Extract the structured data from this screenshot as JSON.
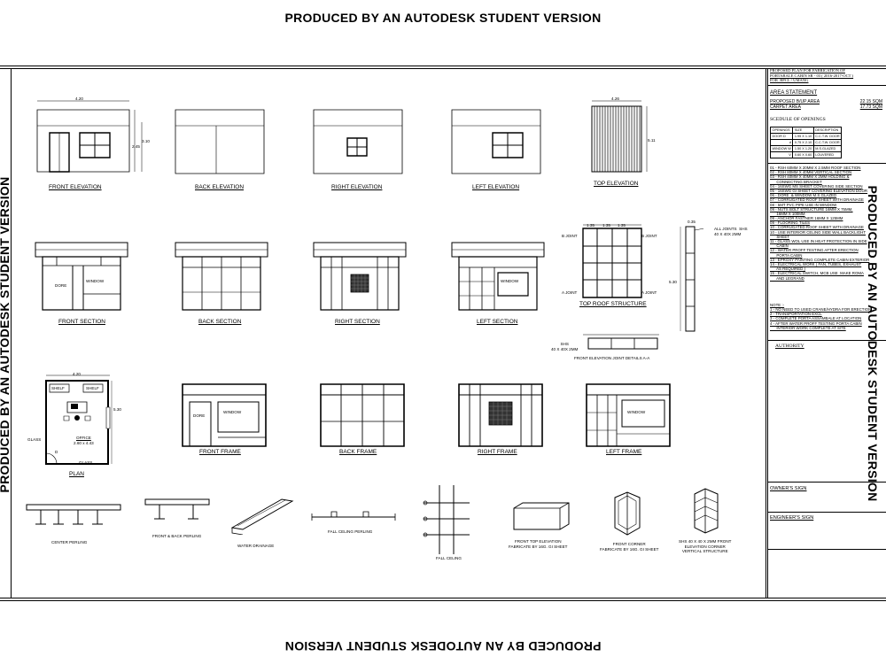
{
  "watermark": "PRODUCED BY AN AUTODESK STUDENT VERSION",
  "drawings": {
    "front_elevation": "FRONT ELEVATION",
    "back_elevation": "BACK ELEVATION",
    "right_elevation": "RIGHT ELEVATION",
    "left_elevation": "LEFT ELEVATION",
    "top_elevation": "TOP ELEVATION",
    "front_section": "FRONT SECTION",
    "back_section": "BACK SECTION",
    "right_section": "RIGHT SECTION",
    "left_section": "LEFT SECTION",
    "top_roof_structure": "TOP ROOF STRUCTURE",
    "plan": "PLAN",
    "front_frame": "FRONT FRAME",
    "back_frame": "BACK FRAME",
    "right_frame": "RIGHT FRAME",
    "left_frame": "LEFT FRAME",
    "joint_details": "FRONT ELEVATION JOINT DETAILS A-A",
    "center_perling": "CENTER PERLING",
    "front_back_perling": "FRONT & BACK PERLING",
    "water_drainage": "WATER DRAINAGE",
    "fall_celing_perling": "FALL CELING PERLING",
    "fall_celing": "FALL CELING",
    "front_top_elevation": "FRONT TOP ELEVATION\nFABRICATE BY 16G. GI SHEET",
    "front_corner": "FRONT CORNER\nFABRICATE BY 16G. GI SHEET",
    "shs_corner": "SHS 40 X 40 X 2MM FRONT\nELEVATION CORNER\nVERTICAL STRUCTURE"
  },
  "labels": {
    "dore": "DORE",
    "window": "WINDOW",
    "shelf": "SHELF",
    "office": "OFFICE",
    "office_size": "2.60 x 4.43",
    "glass": "GLASS",
    "d": "D",
    "b_joint": "B JOINT",
    "a_joint": "A JOINT",
    "all_joints": "ALL JOINTS  SHS\n40 X 40X 2MM",
    "shs": "SHS\n40 X 40X 2MM",
    "dim_4_20": "4.20",
    "dim_4_26": "4.26",
    "dim_3_10": "3.10",
    "dim_2_45": "2.45",
    "dim_5_11": "5.11",
    "dim_5_30": "5.30",
    "dim_1_35": "1.35",
    "dim_0_35": "0.35"
  },
  "title_block": {
    "heading": "PROPOSED PLAN FOR FABRICATION OF\nPORTABALE CABIN SR - 03 ( 2016-2017-OCT )\nFOR  BPCL / UMANG",
    "area_statement": "AREA STATEMENT",
    "proposed_area_label": "PROPOSED B/UP AREA",
    "proposed_area_value": "22.15 SQM",
    "carpet_area_label": "CARPET AREA",
    "carpet_area_value": "17.73 SQM",
    "schedule_title": "SCEDULE OF OPENINGS",
    "schedule_header": [
      "OPENINGS",
      "SIZE",
      "DESCRIPTION"
    ],
    "schedule_rows": [
      [
        "DOOR  D",
        "1.95 X 1.10",
        "C.C.T.W. DOOR"
      ],
      [
        "d",
        "0.75 X 2.10",
        "C.C.T.W. DOOR"
      ],
      [
        "WINDOW W",
        "1.50 X 1.20",
        "M.S.GLAZED"
      ],
      [
        "V",
        "0.60 X 0.60",
        "LOUVERED"
      ]
    ],
    "notes": [
      "01 - RSH 60MM X 20MM X 2.5MM ROOF SECTION",
      "02 - RSH 80MM X 40MM VERTICAL SECTION",
      "03 - RSH 40MM X 40MM X 2MM HOLDING &",
      "      CONNECTING BRACKET",
      "04 - 16SWG MS SHEET COVERING SIDE SECTION",
      "05 - 16SWG GI SHEET COVERING ELEVATION DOOR",
      "06 - DORE  & WINDOW M.S GLAZED",
      "07 - CORRUGATED ROOF SHEET WITH DRAINAGE",
      "08 - 5MT PVC PIPE USE IN WINDOW",
      "09 - NUTS BOLT STRUCTURE 16MM X 75MM,",
      "      16MM X 100MM",
      "09 - ANCHOR FASTNER 16MM X 125MM",
      "09 - FLOORING TILES",
      "10 - CORRUGATED ROOF SHEET WITH DRAINAGE",
      "10 - USE INTERIOR CELING SIDE WALL BACKLIGHT",
      "      SHEET",
      "11 - GLASS WOL USE IN HEAT PROTECTION IN SIDE",
      "      CABIN",
      "12 - WATER PROFF TESTING AFTER ERECTION",
      "      PORTA CABIN",
      "13 - EPROXY PAINTING COMPLETE CABIN EXTERIOR",
      "14 - ELECTRICAL WORK ( FAN, TUBES, EXHAUST",
      "      AS REQUIRED )",
      "15 - ELECTRICAL SWITCH, MCB USE  MAKE ROMA",
      "      AND LEGRAND"
    ],
    "note_title": "NOTE :-",
    "note_items": [
      "1 - NO NEED TO USED CRANE/HYDRA FOR ERECTION",
      "2 - TRANSPORTATION EXCL",
      "3 - COMPLETE PORTA ASSAMBALE AT LOCATION",
      "4 - AFTER WATER PROFF TESTING PORTA CABIN",
      "      INTERIOR WORK COMPLETE AT SITE"
    ],
    "authority": "AUTHORITY",
    "owners_sign": "OWNER'S SIGN",
    "engineers_sign": "ENGINEER'S SIGN"
  }
}
